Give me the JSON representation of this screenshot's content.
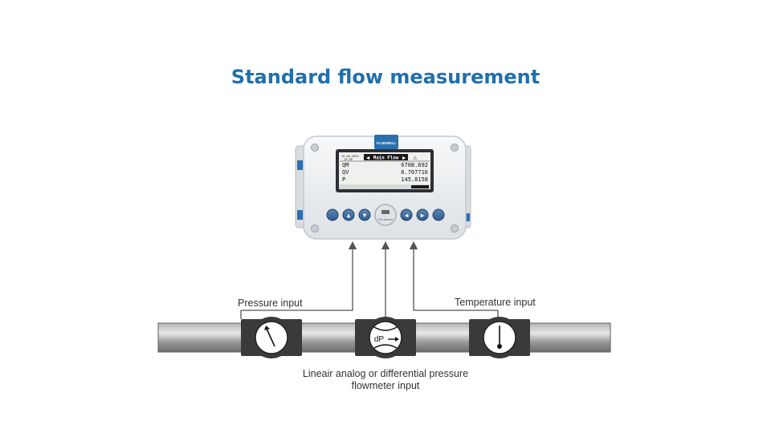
{
  "title": "Standard flow measurement",
  "device": {
    "brand": "FLUIDWELL",
    "screen": {
      "date": "15-04-2024",
      "time": "13:30",
      "menu": "Main Flow",
      "rows": [
        {
          "name": "QM",
          "value": "6708.692"
        },
        {
          "name": "QV",
          "value": "6.707716"
        },
        {
          "name": "P",
          "value": "145.8158"
        }
      ]
    },
    "center_button": "OK-sensor"
  },
  "labels": {
    "pressure": "Pressure input",
    "temperature": "Temperature input",
    "flow_line1": "Lineair analog or differential pressure",
    "flow_line2": "flowmeter input"
  },
  "meters": {
    "dp_label": "dP"
  },
  "colors": {
    "title": "#1f6fad",
    "pipe": "#8a8a8a",
    "meter_body": "#3a3a3a",
    "device_body": "#eceef0",
    "accent": "#2a6fb0"
  },
  "icons": [
    "pressure-gauge-icon",
    "differential-pressure-icon",
    "thermometer-icon"
  ]
}
